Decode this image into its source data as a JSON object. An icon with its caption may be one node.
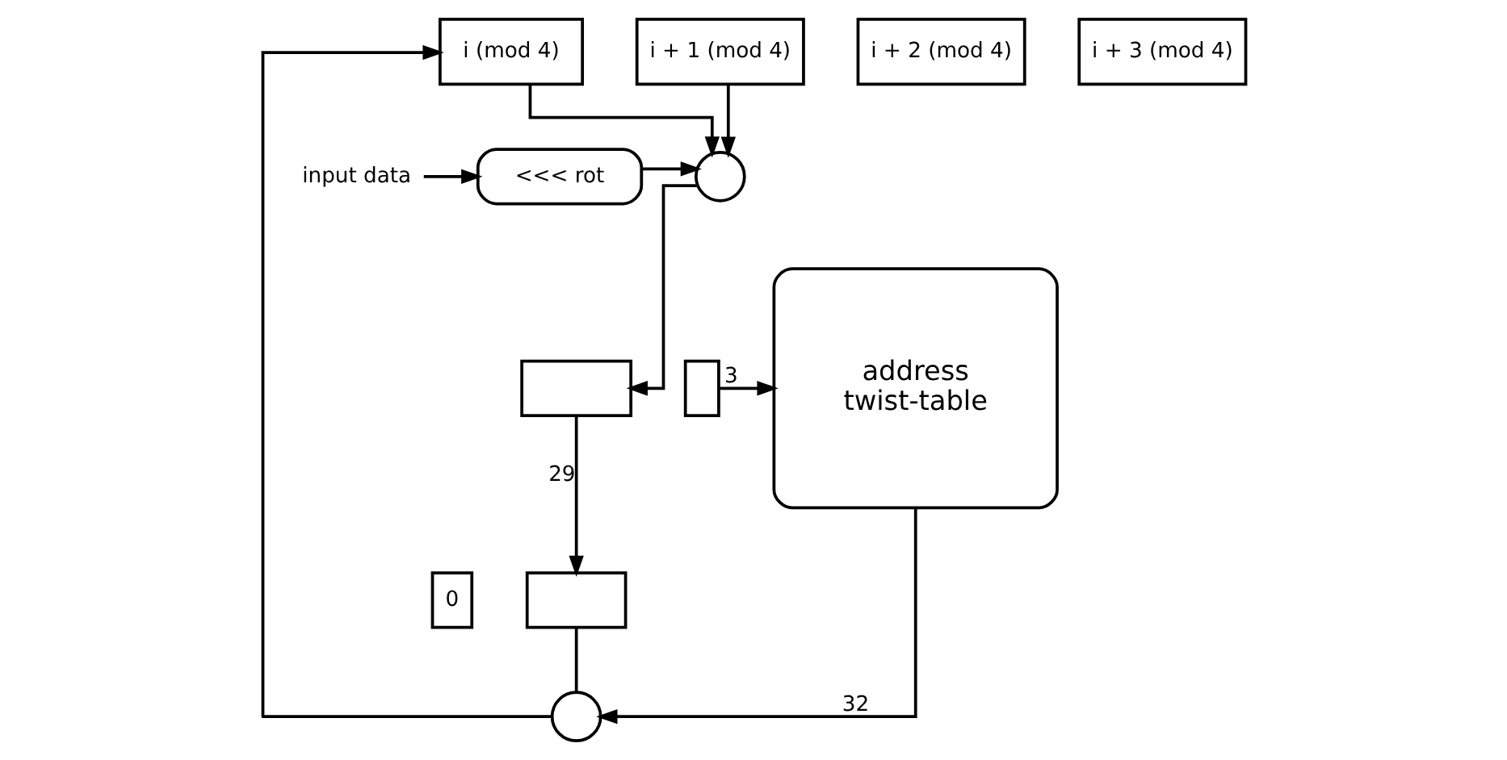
{
  "diagram": {
    "nodes": [
      {
        "text": [
          "i (mod 4)"
        ]
      },
      {
        "text": [
          "i + 1 (mod 4)"
        ]
      },
      {
        "text": [
          "i + 2 (mod 4)"
        ]
      },
      {
        "text": [
          "i + 3 (mod 4)"
        ]
      },
      {
        "text": [],
        "shape": "circle"
      },
      {
        "text": [
          "<<< rot"
        ]
      },
      {
        "text": [
          "input data"
        ]
      },
      {
        "text": [],
        "shape": "box"
      },
      {
        "text": [],
        "shape": "box"
      },
      {
        "text": [
          "0"
        ]
      },
      {
        "text": [],
        "shape": "box"
      },
      {
        "text": [
          "address",
          "twist-table"
        ]
      },
      {
        "text": [],
        "shape": "circle"
      }
    ],
    "edges": [
      {
        "from": 0,
        "to": 4,
        "arrow": "to"
      },
      {
        "from": 1,
        "to": 4,
        "arrow": "to"
      },
      {
        "from": 5,
        "to": 4,
        "arrow": "to"
      },
      {
        "from": 6,
        "to": 5,
        "arrow": "to"
      },
      {
        "from": 4,
        "to": 7,
        "arrow": "to"
      },
      {
        "from": 8,
        "to": 11,
        "label": "3",
        "arrow": "to"
      },
      {
        "from": 7,
        "to": 10,
        "label": "29",
        "arrow": "to"
      },
      {
        "from": 10,
        "to": 12,
        "arrow": "none"
      },
      {
        "from": 11,
        "to": 12,
        "label": "32",
        "arrow": "to"
      },
      {
        "from": 12,
        "to": 0,
        "arrow": "to"
      }
    ]
  }
}
